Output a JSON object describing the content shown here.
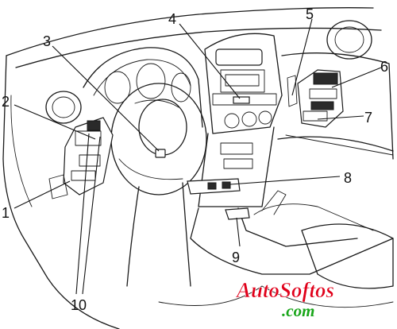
{
  "callouts": [
    {
      "id": 1,
      "label": "1"
    },
    {
      "id": 2,
      "label": "2"
    },
    {
      "id": 3,
      "label": "3"
    },
    {
      "id": 4,
      "label": "4"
    },
    {
      "id": 5,
      "label": "5"
    },
    {
      "id": 6,
      "label": "6"
    },
    {
      "id": 7,
      "label": "7"
    },
    {
      "id": 8,
      "label": "8"
    },
    {
      "id": 9,
      "label": "9"
    },
    {
      "id": 10,
      "label": "10"
    }
  ],
  "watermark": {
    "line1": "AutoSoftos",
    "line2": ".com",
    "line1_color": "#e0001a",
    "line2_color": "#19a61a"
  }
}
